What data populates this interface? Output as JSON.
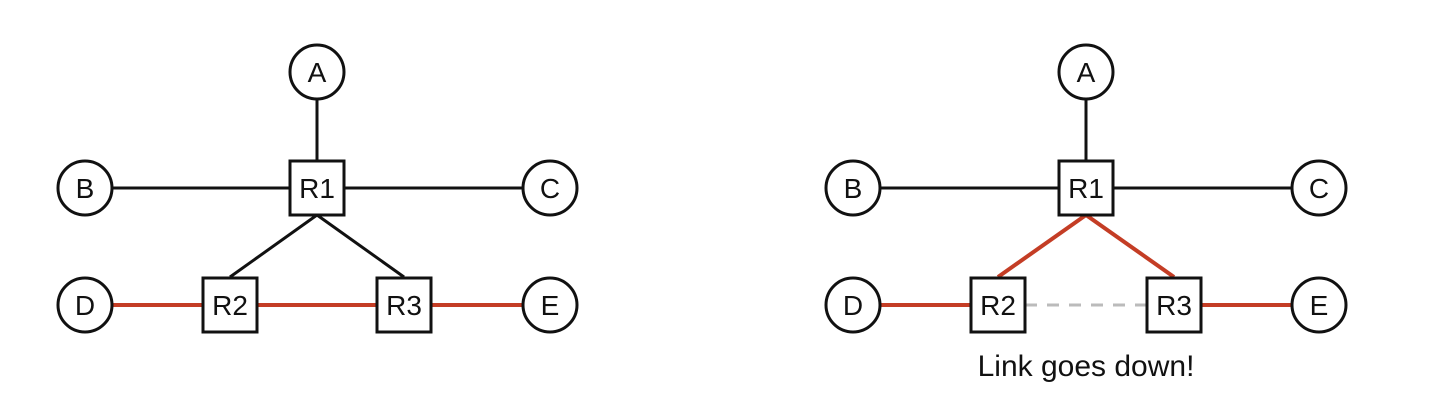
{
  "colors": {
    "link": "#111111",
    "path": "#c43d25",
    "down": "#bbbbbb"
  },
  "left": {
    "nodes": {
      "A": "A",
      "B": "B",
      "C": "C",
      "D": "D",
      "E": "E",
      "R1": "R1",
      "R2": "R2",
      "R3": "R3"
    }
  },
  "right": {
    "nodes": {
      "A": "A",
      "B": "B",
      "C": "C",
      "D": "D",
      "E": "E",
      "R1": "R1",
      "R2": "R2",
      "R3": "R3"
    },
    "caption": "Link goes down!"
  }
}
